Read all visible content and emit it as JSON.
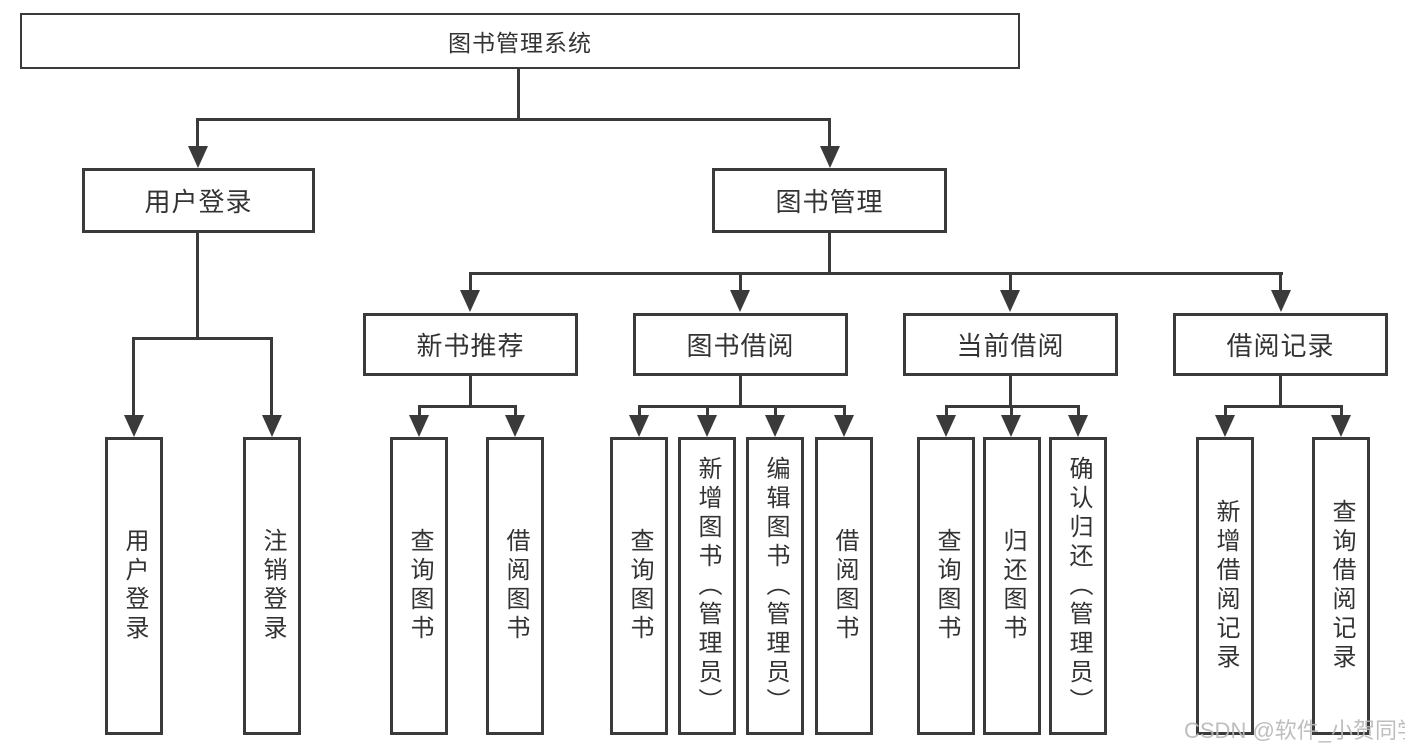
{
  "diagram": {
    "tree": {
      "label": "图书管理系统",
      "children": [
        {
          "label": "用户登录",
          "children": [
            {
              "label": "用户登录"
            },
            {
              "label": "注销登录"
            }
          ]
        },
        {
          "label": "图书管理",
          "children": [
            {
              "label": "新书推荐",
              "children": [
                {
                  "label": "查询图书"
                },
                {
                  "label": "借阅图书"
                }
              ]
            },
            {
              "label": "图书借阅",
              "children": [
                {
                  "label": "查询图书"
                },
                {
                  "label": "新增图书（管理员）"
                },
                {
                  "label": "编辑图书（管理员）"
                },
                {
                  "label": "借阅图书"
                }
              ]
            },
            {
              "label": "当前借阅",
              "children": [
                {
                  "label": "查询图书"
                },
                {
                  "label": "归还图书"
                },
                {
                  "label": "确认归还（管理员）"
                }
              ]
            },
            {
              "label": "借阅记录",
              "children": [
                {
                  "label": "新增借阅记录"
                },
                {
                  "label": "查询借阅记录"
                }
              ]
            }
          ]
        }
      ]
    },
    "watermark": "CSDN @软件_小贺同学",
    "colors": {
      "line": "#3a3a3a",
      "text": "#333333",
      "watermark": "#b9b9b9",
      "background": "#ffffff"
    }
  }
}
